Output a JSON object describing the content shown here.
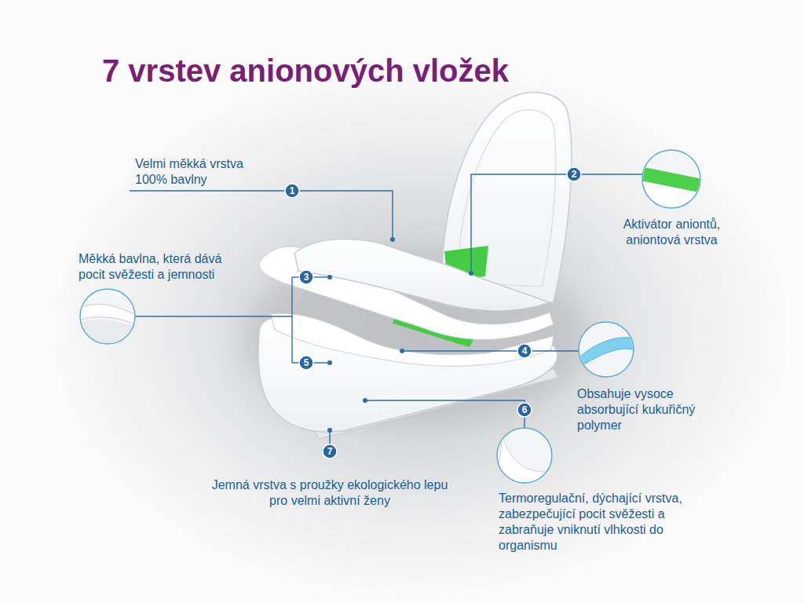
{
  "diagram": {
    "title": "7 vrstev anionových vložek",
    "labels": [
      "Velmi měkká vrstva 100% bavlny",
      "1",
      "2",
      "Aktivátor aniontů, aniontová vrstva",
      "Měkká bavlna, která dává pocit svěžesti a jemnosti",
      "3",
      "4",
      "5",
      "Obsahuje vysoce absorbující kukuřičný polymer",
      "6",
      "Termoregulační, dýchající vrstva, zabezpečující pocit svěžesti a zabraňuje vniknutí vlhkosti do organismu",
      "7",
      "Jemná vrstva s proužky ekologického lepu pro velmi aktivní ženy"
    ]
  }
}
